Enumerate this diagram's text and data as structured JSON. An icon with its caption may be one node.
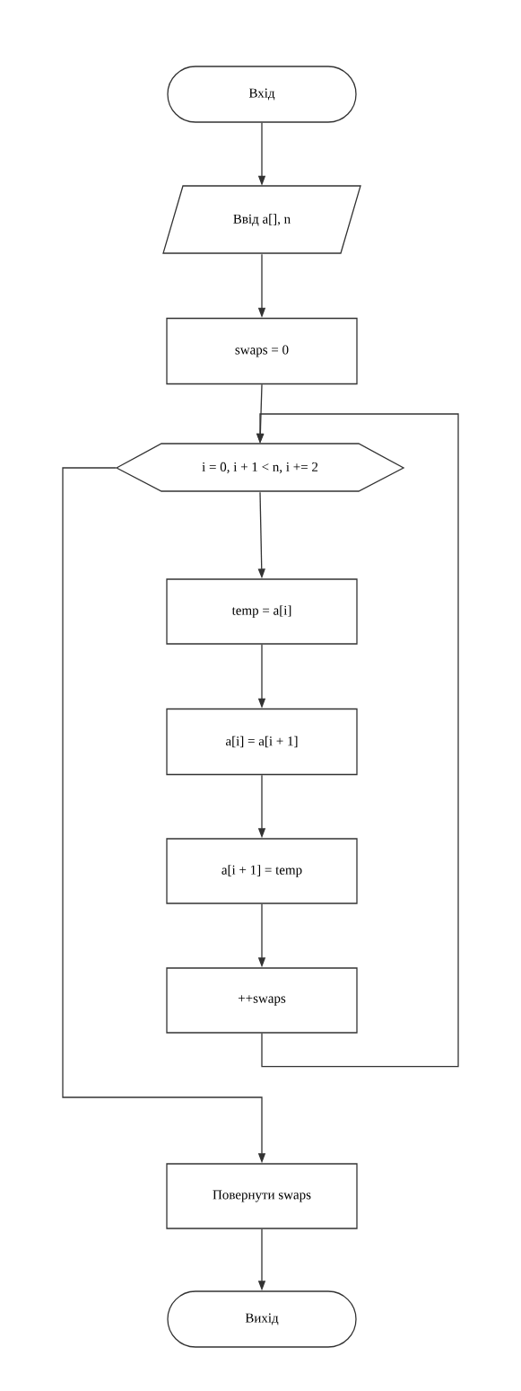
{
  "diagram": {
    "nodes": [
      {
        "text": [
          "Вхід"
        ]
      },
      {
        "text": [
          "Ввід a[], n"
        ]
      },
      {
        "text": [
          "swaps = 0"
        ]
      },
      {
        "text": [
          "i = 0, i + 1 < n, i += 2"
        ]
      },
      {
        "text": [
          "temp = a[i]"
        ]
      },
      {
        "text": [
          "a[i] = a[i + 1]"
        ]
      },
      {
        "text": [
          "a[i + 1] = temp"
        ]
      },
      {
        "text": [
          "++swaps"
        ]
      },
      {
        "text": [
          "Повернути swaps"
        ]
      },
      {
        "text": [
          "Вихід"
        ]
      }
    ],
    "edges": [
      {
        "from": 0,
        "to": 1,
        "arrow": "to"
      },
      {
        "from": 1,
        "to": 2,
        "arrow": "to"
      },
      {
        "from": 2,
        "to": 3,
        "arrow": "to"
      },
      {
        "from": 3,
        "to": 4,
        "arrow": "to"
      },
      {
        "from": 4,
        "to": 5,
        "arrow": "to"
      },
      {
        "from": 5,
        "to": 6,
        "arrow": "to"
      },
      {
        "from": 6,
        "to": 7,
        "arrow": "to"
      },
      {
        "from": 7,
        "to": 3,
        "arrow": "to"
      },
      {
        "from": 3,
        "to": 8,
        "arrow": "to"
      },
      {
        "from": 8,
        "to": 9,
        "arrow": "to"
      }
    ]
  }
}
